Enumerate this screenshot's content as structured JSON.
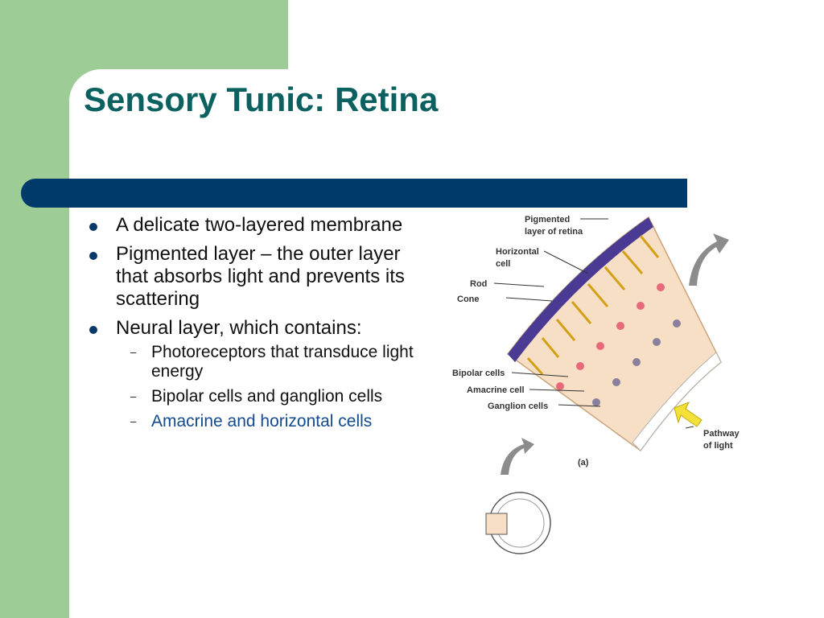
{
  "slide": {
    "title": "Sensory Tunic: Retina",
    "bullets": [
      {
        "text": "A delicate two-layered membrane"
      },
      {
        "text": "Pigmented layer – the outer layer that absorbs light and prevents its scattering"
      },
      {
        "text": "Neural layer, which contains:",
        "sub": [
          "Photoreceptors that transduce light energy",
          "Bipolar cells and ganglion cells",
          "Amacrine and horizontal cells"
        ]
      }
    ]
  },
  "figure": {
    "labels": {
      "pigmented_1": "Pigmented",
      "pigmented_2": "layer of retina",
      "horizontal_1": "Horizontal",
      "horizontal_2": "cell",
      "rod": "Rod",
      "cone": "Cone",
      "bipolar": "Bipolar cells",
      "amacrine": "Amacrine cell",
      "ganglion": "Ganglion cells",
      "pathway_1": "Pathway",
      "pathway_2": "of light",
      "panel": "(a)"
    }
  },
  "colors": {
    "title": "#0b6060",
    "accent_bar": "#003a6a",
    "background_green": "#9dcc96",
    "highlight_text": "#154a8c"
  }
}
